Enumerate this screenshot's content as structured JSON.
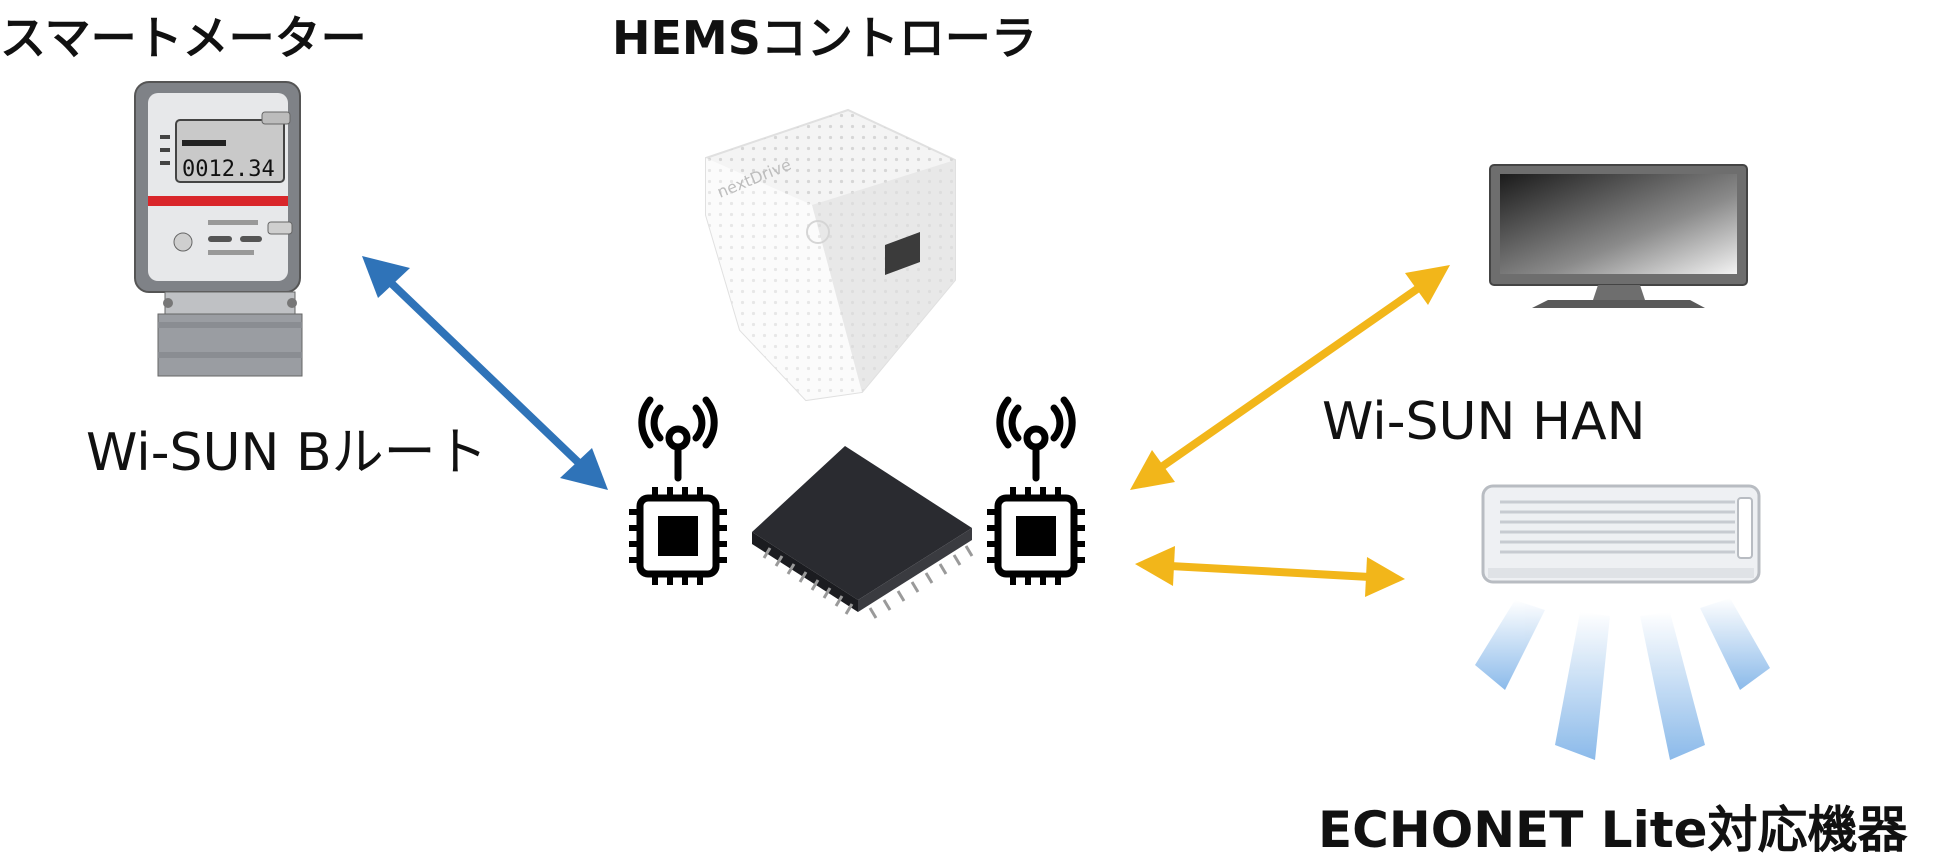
{
  "labels": {
    "smart_meter": "スマートメーター",
    "hems_controller": "HEMSコントローラ",
    "echonet_devices": "ECHONET Lite対応機器",
    "wisun_broute": "Wi-SUN Bルート",
    "wisun_han": "Wi-SUN HAN"
  },
  "meter_display": "0012.34",
  "device_brand": "nextDrive",
  "colors": {
    "broute_arrow": "#2f73b8",
    "han_arrow": "#f2b61a",
    "chip": "#2a2b30",
    "meter_band": "#d9262a",
    "airflow": "#7fb3e8"
  },
  "icons": [
    "smart-meter-icon",
    "hems-cube-icon",
    "chip-icon",
    "antenna-icon",
    "tv-icon",
    "air-conditioner-icon"
  ]
}
